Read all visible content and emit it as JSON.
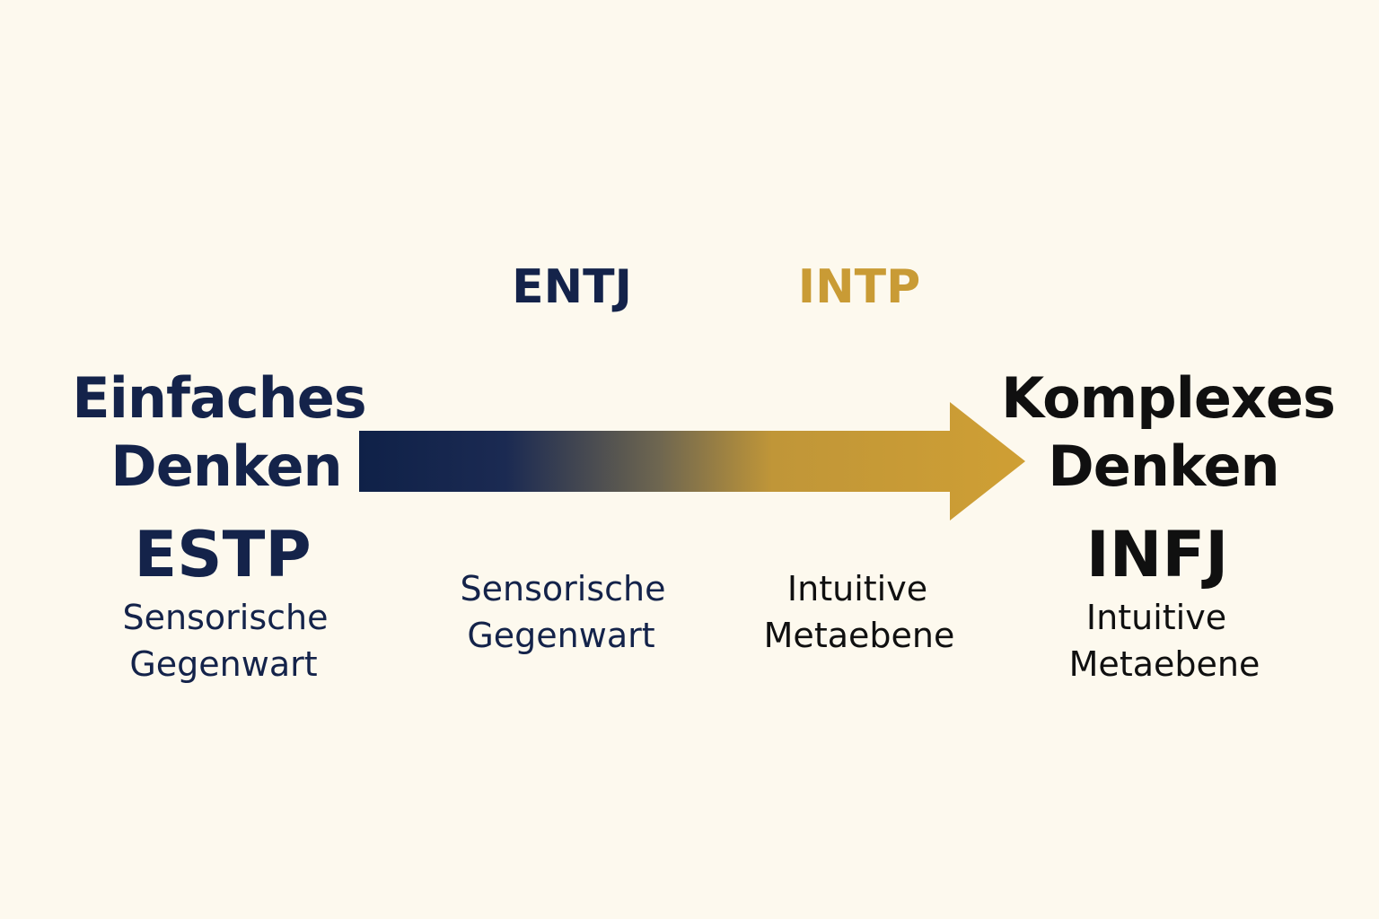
{
  "colors": {
    "navy": "#14234a",
    "gold": "#c99b35",
    "black": "#101010",
    "background": "#fdf9ee"
  },
  "left": {
    "title_line1": "Einfaches",
    "title_line2": "Denken",
    "type": "ESTP",
    "desc_line1": "Sensorische",
    "desc_line2": "Gegenwart"
  },
  "middle_left": {
    "type": "ENTJ",
    "desc_line1": "Sensorische",
    "desc_line2": "Gegenwart"
  },
  "middle_right": {
    "type": "INTP",
    "desc_line1": "Intuitive",
    "desc_line2": "Metaebene"
  },
  "right": {
    "title_line1": "Komplexes",
    "title_line2": "Denken",
    "type": "INFJ",
    "desc_line1": "Intuitive",
    "desc_line2": "Metaebene"
  },
  "arrow": {
    "direction": "left-to-right",
    "gradient_from": "#14234a",
    "gradient_to": "#c99b35"
  }
}
